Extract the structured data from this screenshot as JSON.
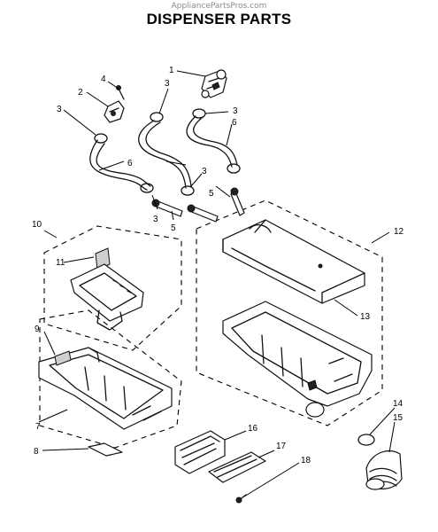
{
  "header": {
    "watermark": "AppliancePartsPros.com",
    "title": "DISPENSER PARTS"
  },
  "callouts": [
    "1",
    "2",
    "3",
    "4",
    "5",
    "6",
    "7",
    "8",
    "9",
    "10",
    "11",
    "12",
    "13",
    "14",
    "15",
    "16",
    "17",
    "18"
  ]
}
